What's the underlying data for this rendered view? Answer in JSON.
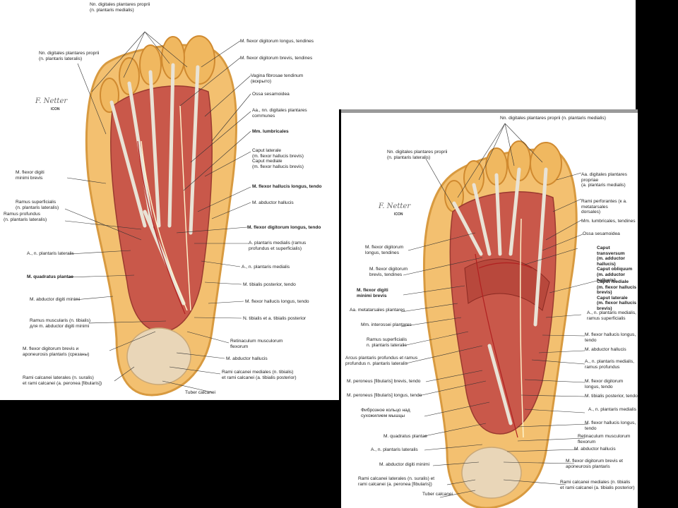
{
  "left": {
    "labels": {
      "nn_dig_medial": "Nn. digitales plantares proprii\n(n. plantaris medialis)",
      "nn_dig_lateral": "Nn. digitales plantares proprii\n(n. plantaris lateralis)",
      "fdl_tendines": "M. flexor digitorum longus, tendines",
      "fdb_tendines": "M. flexor digitorum brevis, tendines",
      "vagina": "Vagina fibrosae tendinum\n(вскрыто)",
      "ossa": "Ossa sesamoidea",
      "aa_nn": "Aa., nn. digitales plantares\ncommunes",
      "lumbricales": "Mm. lumbricales",
      "caput_lat": "Caput laterale\n(m. flexor hallucis brevis)\nCaput mediale\n(m. flexor hallucis brevis)",
      "fhl_tendo": "M. flexor hallucis longus, tendo",
      "abd_hall": "M. abductor hallucis",
      "fdl_tendo": "M. flexor digitorum longus, tendo",
      "a_med": "A. plantaris medialis (ramus\nprofundus et superficialis)",
      "an_med": "A., n. plantaris medialis",
      "tib_post": "M. tibialis posterior, tendo",
      "fhl2": "M. flexor hallucis longus, tendo",
      "n_tib": "N. tibialis et a. tibialis posterior",
      "retin": "Retinaculum musculorum\nflexorum",
      "abd_hall2": "M. abductor hallucis",
      "rami_med": "Rami calcanei mediales (n. tibialis)\net rami calcanei (a. tibialis posterior)",
      "tuber": "Tuber calcanei",
      "fdm": "M. flexor digiti\nminimi brevis",
      "ramus_sup": "Ramus superficialis\n(n. plantaris lateralis)",
      "ramus_prof": "Ramus profundus\n(n. plantaris lateralis)",
      "an_lat": "A., n. plantaris lateralis",
      "quad": "M. quadratus plantae",
      "abd_dig": "M. abductor digiti minimi",
      "ramus_musc": "Ramus muscularis (n. tibialis)\nдля m. abductor digiti minimi",
      "fdb_apo": "M. flexor digitorum brevis и\naponeurosis plantaris (срезаны)",
      "rami_lat": "Rami calcanei laterales (n. suralis)\net rami calcanei (a. peronea [fibularis])"
    },
    "signature": "F. Netter",
    "stamp": "ICON"
  },
  "right": {
    "labels": {
      "nn_dig_medial": "Nn. digitales plantares proprii (n. plantaris medialis)",
      "nn_dig_lateral": "Nn. digitales plantares proprii\n(n. plantaris lateralis)",
      "aa_dig": "Aa. digitales plantares propriae\n(a. plantaris medialis)",
      "rami_perf": "Rami perforantes (к a. metatarsales\ndorsales)",
      "lumb_tend": "Mm. lumbricales, tendines",
      "ossa": "Ossa sesamoidea",
      "fdl_tend": "M. flexor digitorum\nlongus, tendines",
      "fdb_tend": "M. flexor digitorum\nbrevis, tendines",
      "fdm": "M. flexor digiti\nminimi brevis",
      "caput_trans": "Caput transversum\n(m. adductor hallucis)\nCaput obliquum\n(m. adductor hallucis)",
      "caput_med": "Caput mediale\n(m. flexor hallucis brevis)\nCaput laterale\n(m. flexor hallucis brevis)",
      "aa_meta": "Aa. metatarsales plantares",
      "interossei": "Mm. interossei plantares",
      "an_med_sup": "A., n. plantaris medialis,\nramus superficialis",
      "fhl_tendo": "M. flexor hallucis longus, tendo",
      "ramus_sup": "Ramus superficialis\nn. plantaris lateralis",
      "abd_hall": "M. abductor hallucis",
      "arcus": "Arcus plantaris profundus et ramus\nprofundus n. plantaris lateralis",
      "an_med_prof": "A., n. plantaris medialis,\nramus profundus",
      "per_brevis": "M. peroneus [fibularis] brevis, tendo",
      "fdl_tendo": "M. flexor digitorum longus, tendo",
      "per_longus": "M. peroneus [fibularis] longus, tendo",
      "tib_post": "M. tibialis posterior, tendo",
      "fibr": "Фиброзное кольцо над\nсухожилием мышцы",
      "an_med": "A., n. plantaris medialis",
      "fhl2": "M. flexor hallucis longus, tendo",
      "quad": "M. quadratus plantae",
      "retin": "Retinaculum musculorum flexorum",
      "an_lat": "A., n. plantaris lateralis",
      "abd_hall2": "M. abductor hallucis",
      "fdb_apo": "M. flexor digitorum brevis et\naponeurosis plantaris",
      "abd_dig": "M. abductor digiti minimi",
      "rami_lat": "Rami calcanei laterales (n. suralis) et\nrami calcanei (a. peronea [fibularis])",
      "rami_med": "Rami calcanei mediales (n. tibialis\net rami calcanei (a. tibialis posterior)",
      "tuber": "Tuber calcanei"
    },
    "signature": "F. Netter",
    "stamp": "ICON"
  }
}
